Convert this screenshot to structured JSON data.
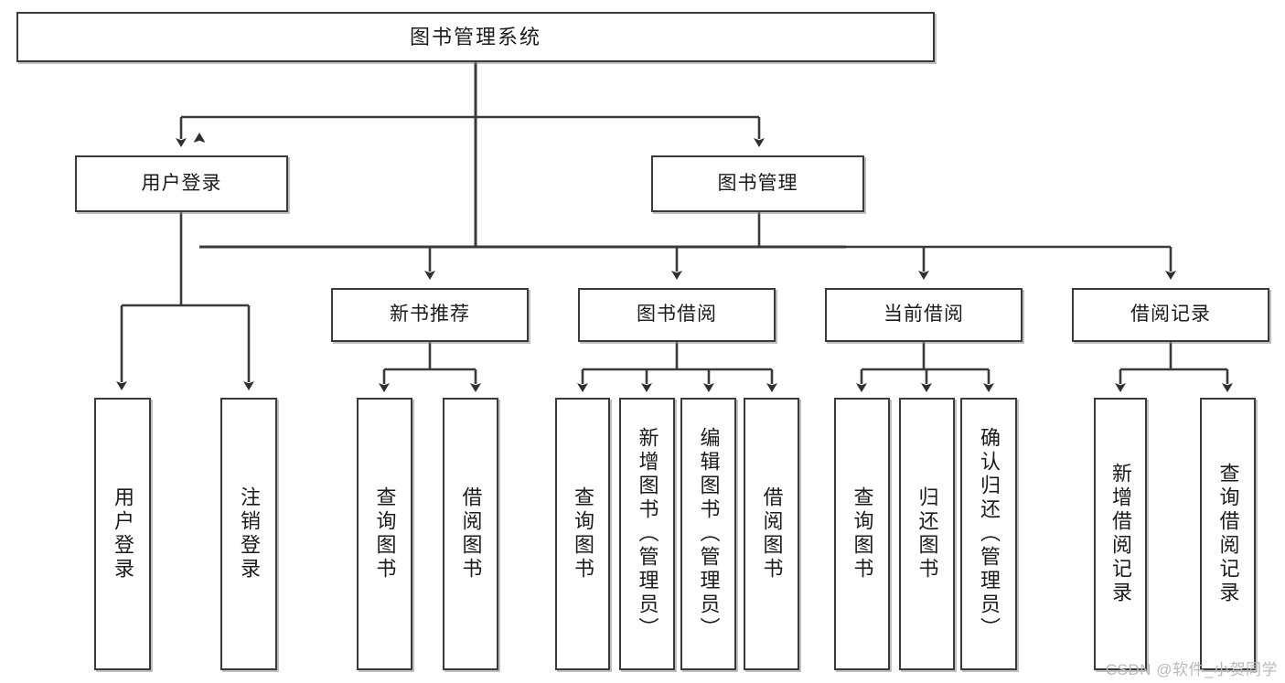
{
  "diagram": {
    "title": "图书管理系统",
    "type": "hierarchy-tree",
    "watermark": "CSDN @软件_小贺同学",
    "colors": {
      "box_border": "#3a3a3a",
      "box_fill": "#ffffff",
      "connector": "#3a3a3a",
      "text": "#1b1b1b",
      "watermark": "#b9b9b9"
    },
    "nodes": {
      "root": {
        "label": "图书管理系统"
      },
      "level2": [
        {
          "id": "user-login",
          "label": "用户登录"
        },
        {
          "id": "book-management",
          "label": "图书管理"
        }
      ],
      "level3": [
        {
          "id": "new-book-recommend",
          "label": "新书推荐"
        },
        {
          "id": "book-borrow",
          "label": "图书借阅"
        },
        {
          "id": "current-borrow",
          "label": "当前借阅"
        },
        {
          "id": "borrow-record",
          "label": "借阅记录"
        }
      ],
      "leaves": {
        "user-login": [
          {
            "id": "login",
            "label": "用户登录"
          },
          {
            "id": "logout",
            "label": "注销登录"
          }
        ],
        "new-book-recommend": [
          {
            "id": "query-book-1",
            "label": "查询图书"
          },
          {
            "id": "borrow-book-1",
            "label": "借阅图书"
          }
        ],
        "book-borrow": [
          {
            "id": "query-book-2",
            "label": "查询图书"
          },
          {
            "id": "add-book",
            "label": "新增图书（管理员）"
          },
          {
            "id": "edit-book",
            "label": "编辑图书（管理员）"
          },
          {
            "id": "borrow-book-2",
            "label": "借阅图书"
          }
        ],
        "current-borrow": [
          {
            "id": "query-book-3",
            "label": "查询图书"
          },
          {
            "id": "return-book",
            "label": "归还图书"
          },
          {
            "id": "confirm-return",
            "label": "确认归还（管理员）"
          }
        ],
        "borrow-record": [
          {
            "id": "add-record",
            "label": "新增借阅记录"
          },
          {
            "id": "query-record",
            "label": "查询借阅记录"
          }
        ]
      }
    }
  }
}
